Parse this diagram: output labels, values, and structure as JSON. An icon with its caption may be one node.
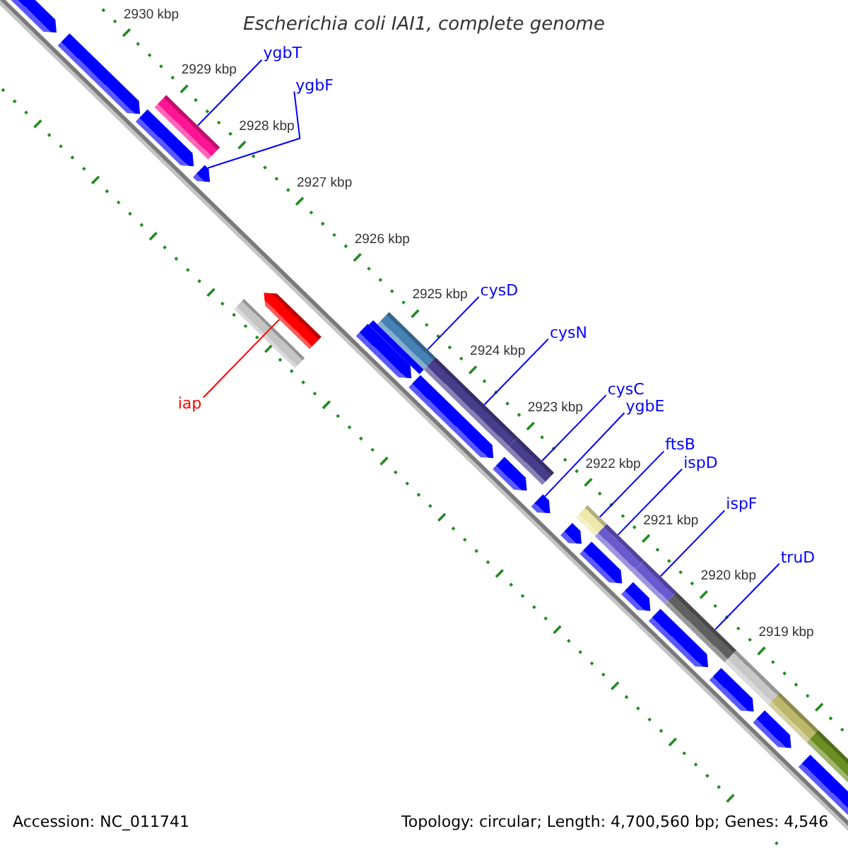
{
  "diagram": {
    "title": "Escherichia coli IAI1, complete genome",
    "nodes": [
      {
        "text": [
          "ygbT"
        ]
      },
      {
        "text": [
          "ygbF"
        ]
      },
      {
        "text": [
          "cysD"
        ]
      },
      {
        "text": [
          "cysN"
        ]
      },
      {
        "text": [
          "cysC"
        ]
      },
      {
        "text": [
          "iap"
        ]
      },
      {
        "text": [
          "ygbE"
        ]
      },
      {
        "text": [
          "ftsB"
        ]
      },
      {
        "text": [
          "ispD"
        ]
      },
      {
        "text": [
          "ispF"
        ]
      },
      {
        "text": [
          "truD"
        ]
      },
      {
        "text": [],
        "shape": "arrow"
      },
      {
        "text": [],
        "shape": "arrow"
      },
      {
        "text": [],
        "shape": "bar"
      },
      {
        "text": [],
        "shape": "arrow"
      },
      {
        "text": [],
        "shape": "arrow"
      },
      {
        "text": [],
        "shape": "arrow"
      },
      {
        "text": [],
        "shape": "bar"
      },
      {
        "text": [],
        "shape": "bar"
      },
      {
        "text": [],
        "shape": "bar"
      },
      {
        "text": [],
        "shape": "arrow"
      },
      {
        "text": [],
        "shape": "bar"
      },
      {
        "text": [],
        "shape": "arrow"
      },
      {
        "text": [],
        "shape": "bar"
      },
      {
        "text": [],
        "shape": "arrow"
      },
      {
        "text": [],
        "shape": "arrow"
      },
      {
        "text": [],
        "shape": "bar"
      },
      {
        "text": [],
        "shape": "arrow"
      },
      {
        "text": [],
        "shape": "bar"
      },
      {
        "text": [],
        "shape": "arrow"
      },
      {
        "text": [],
        "shape": "bar"
      },
      {
        "text": [],
        "shape": "arrow"
      },
      {
        "text": [],
        "shape": "bar"
      },
      {
        "text": [],
        "shape": "arrow"
      },
      {
        "text": [],
        "shape": "bar"
      },
      {
        "text": [],
        "shape": "arrow"
      },
      {
        "text": [],
        "shape": "bar"
      },
      {
        "text": [],
        "shape": "arrow"
      },
      {
        "text": [],
        "shape": "bar"
      },
      {
        "text": [],
        "shape": "arrow"
      }
    ],
    "edges": [
      {
        "from": 0,
        "to": 13,
        "arrow": "none"
      },
      {
        "from": 1,
        "to": 15,
        "arrow": "none"
      },
      {
        "from": 2,
        "to": 18,
        "arrow": "none"
      },
      {
        "from": 3,
        "to": 21,
        "arrow": "none"
      },
      {
        "from": 4,
        "to": 23,
        "arrow": "none"
      },
      {
        "from": 5,
        "to": 16,
        "arrow": "none",
        "color": "#ff0000"
      },
      {
        "from": 6,
        "to": 25,
        "arrow": "none"
      },
      {
        "from": 7,
        "to": 26,
        "arrow": "none"
      },
      {
        "from": 8,
        "to": 28,
        "arrow": "none"
      },
      {
        "from": 9,
        "to": 30,
        "arrow": "none"
      },
      {
        "from": 10,
        "to": 32,
        "arrow": "none"
      }
    ],
    "labels": [
      "2930 kbp",
      "2929 kbp",
      "2928 kbp",
      "2927 kbp",
      "2926 kbp",
      "2925 kbp",
      "2924 kbp",
      "2923 kbp",
      "2922 kbp",
      "2921 kbp",
      "2920 kbp",
      "2919 kbp",
      "Accession: NC_011741",
      "Topology: circular; Length: 4,700,560 bp; Genes: 4,546"
    ]
  }
}
